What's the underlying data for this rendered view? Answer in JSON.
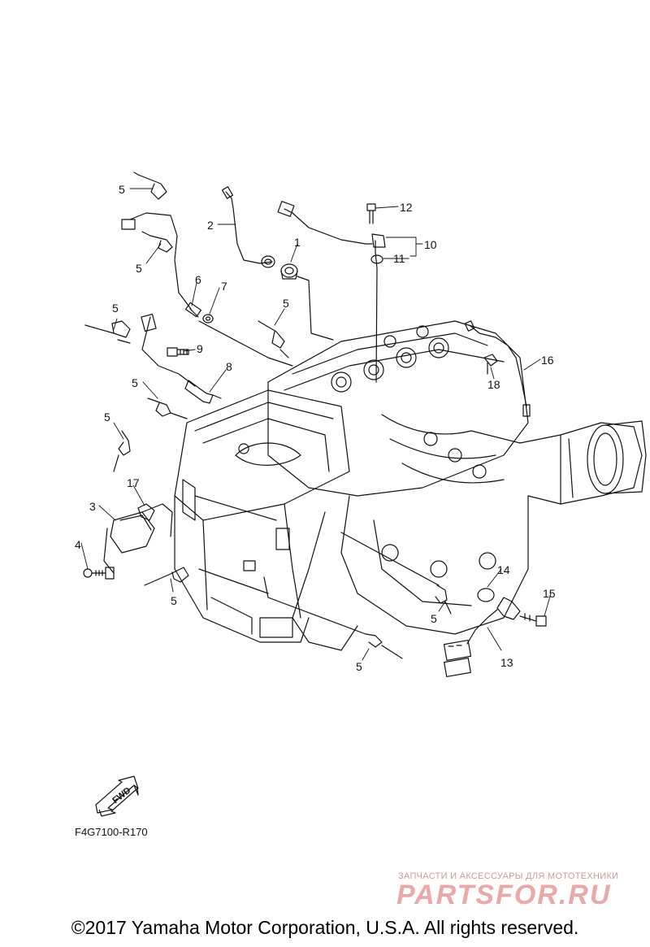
{
  "callouts": {
    "c1": "1",
    "c2": "2",
    "c3": "3",
    "c4": "4",
    "c5a": "5",
    "c5b": "5",
    "c5c": "5",
    "c5d": "5",
    "c5e": "5",
    "c5f": "5",
    "c5g": "5",
    "c5h": "5",
    "c5i": "5",
    "c6": "6",
    "c7": "7",
    "c8": "8",
    "c9": "9",
    "c10": "10",
    "c11": "11",
    "c12": "12",
    "c13": "13",
    "c14": "14",
    "c15": "15",
    "c16": "16",
    "c17": "17",
    "c18": "18"
  },
  "fwd_label": "FWD",
  "figure_code": "F4G7100-R170",
  "watermark": {
    "subtitle": "ЗАПЧАСТИ И АКСЕССУАРЫ ДЛЯ МОТОТЕХНИКИ",
    "logo": "PARTSFOR.RU"
  },
  "copyright": "©2017 Yamaha Motor Corporation, U.S.A. All rights reserved.",
  "colors": {
    "line": "#111111",
    "watermark": "#e8a9a8"
  }
}
